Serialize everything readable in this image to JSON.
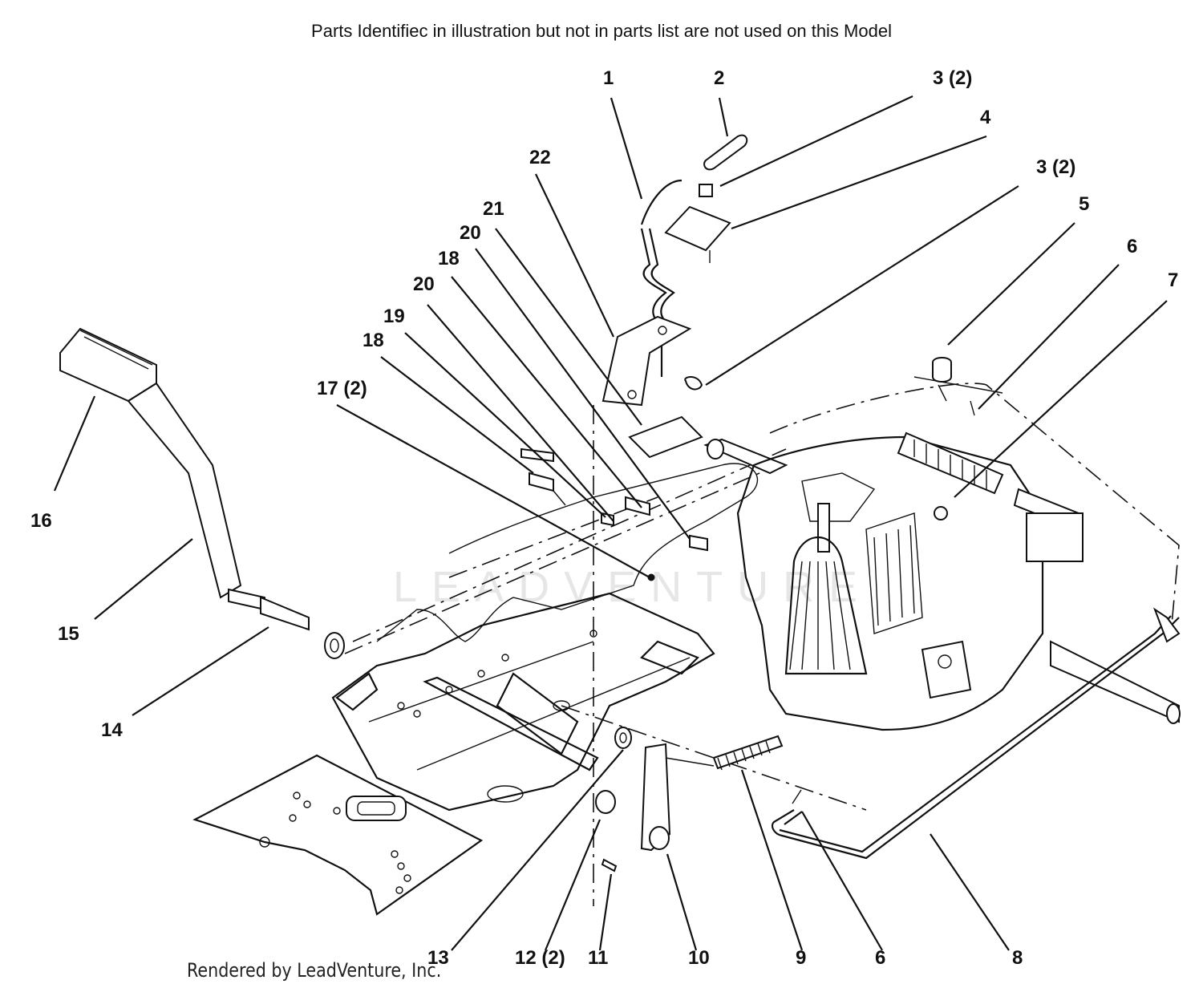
{
  "header_note": "Parts Identifiec in illustration but not in parts list are not used on this Model",
  "footer_credit": "Rendered by LeadVenture, Inc.",
  "watermark": "LEADVENTURE",
  "callouts": {
    "c1": "1",
    "c2": "2",
    "c3a": "3 (2)",
    "c4": "4",
    "c3b": "3 (2)",
    "c5": "5",
    "c6a": "6",
    "c7": "7",
    "c22": "22",
    "c21": "21",
    "c20a": "20",
    "c18a": "18",
    "c20b": "20",
    "c19": "19",
    "c18b": "18",
    "c17": "17 (2)",
    "c16": "16",
    "c15": "15",
    "c14": "14",
    "c13": "13",
    "c12": "12 (2)",
    "c11": "11",
    "c10": "10",
    "c9": "9",
    "c6b": "6",
    "c8": "8"
  }
}
